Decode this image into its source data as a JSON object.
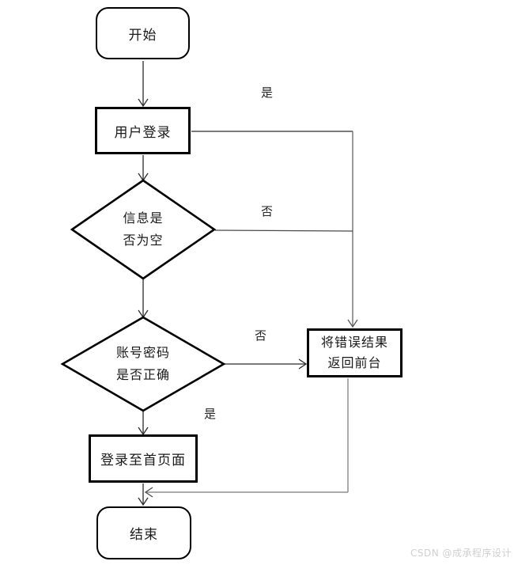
{
  "diagram": {
    "nodes": {
      "start": {
        "label": "开始"
      },
      "user_login": {
        "label": "用户登录"
      },
      "info_empty_check": {
        "lines": [
          "信息是",
          "否为空"
        ]
      },
      "credentials_check": {
        "lines": [
          "账号密码",
          "是否正确"
        ]
      },
      "error_return": {
        "lines": [
          "将错误结果",
          "返回前台"
        ]
      },
      "login_home": {
        "label": "登录至首页面"
      },
      "end": {
        "label": "结束"
      }
    },
    "edge_labels": {
      "login_yes": "是",
      "info_empty_no": "否",
      "credentials_no": "否",
      "credentials_yes": "是"
    }
  },
  "watermark": "CSDN @成承程序设计",
  "colors": {
    "background": "#ffffff",
    "shape_border": "#000000",
    "text": "#1a1a1a",
    "connector": "#2b2b2b",
    "connector_mid": "#6f6f6f",
    "connector_gray": "#8f8f8f",
    "watermark": "#cfcfcf"
  }
}
